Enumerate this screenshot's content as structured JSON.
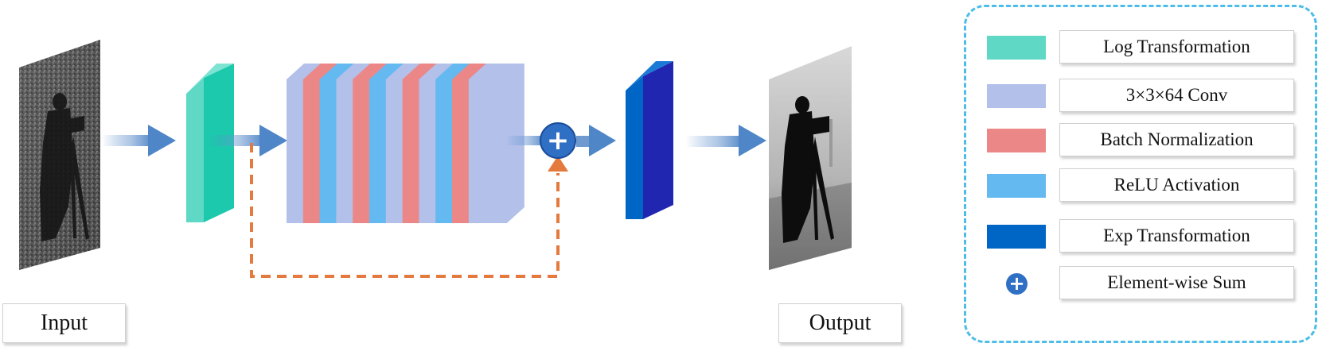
{
  "labels": {
    "input": "Input",
    "output": "Output"
  },
  "icons": {
    "sum_symbol": "+"
  },
  "colors": {
    "log": "#5fd9c6",
    "log_side": "#1cc9ad",
    "conv": "#b2c0ea",
    "bn": "#ec8787",
    "relu": "#63b9f0",
    "exp": "#0066c6",
    "exp_side": "#2126b1",
    "arrow": "#4f86c8",
    "skip": "#e47a3e",
    "sum": "#2f6fc4"
  },
  "legend": {
    "items": [
      {
        "label": "Log Transformation",
        "kind": "log"
      },
      {
        "label": "3×3×64 Conv",
        "kind": "conv"
      },
      {
        "label": "Batch Normalization",
        "kind": "bn"
      },
      {
        "label": "ReLU Activation",
        "kind": "relu"
      },
      {
        "label": "Exp Transformation",
        "kind": "exp"
      },
      {
        "label": "Element-wise Sum",
        "kind": "sum"
      }
    ]
  }
}
